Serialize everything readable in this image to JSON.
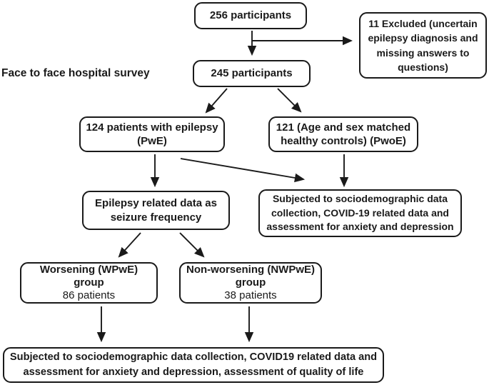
{
  "diagram": {
    "survey_label": "Face to face hospital survey",
    "nodes": {
      "participants_256": "256 participants",
      "excluded": "11 Excluded (uncertain\nepilepsy diagnosis and\nmissing answers to\nquestions)",
      "participants_245": "245 participants",
      "pwe": "124 patients with epilepsy\n(PwE)",
      "pwoe": "121 (Age and sex matched\nhealthy controls) (PwoE)",
      "epilepsy_data": "Epilepsy related data as\nseizure frequency",
      "subjected_controls": "Subjected to sociodemographic data\ncollection, COVID-19 related data and\nassessment for anxiety and depression",
      "worsening_title": "Worsening (WPwE)\ngroup",
      "worsening_count": "86 patients",
      "nonworsening_title": "Non-worsening (NWPwE)\ngroup",
      "nonworsening_count": "38 patients",
      "subjected_all": "Subjected to sociodemographic data collection, COVID19 related data and\nassessment for anxiety and depression, assessment of quality of life"
    },
    "colors": {
      "background": "#ffffff",
      "box_border": "#1a1a1a",
      "arrow": "#1a1a1a",
      "text": "#1a1a1a"
    }
  }
}
